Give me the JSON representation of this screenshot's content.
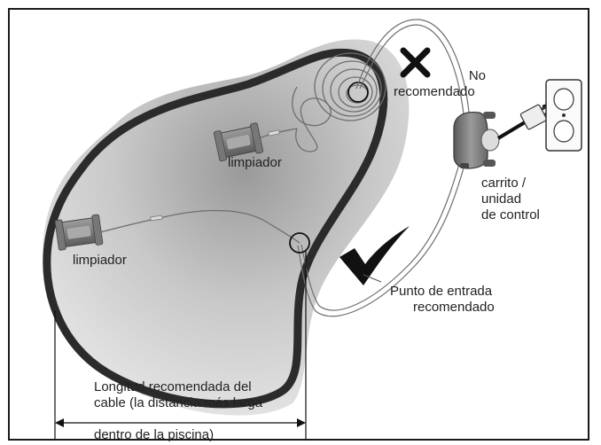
{
  "labels": {
    "not_recommended_line1": "No",
    "not_recommended_line2": "recomendado",
    "cleaner_upper": "limpiador",
    "cleaner_lower": "limpiador",
    "cart_line1": "carrito /",
    "cart_line2": "unidad",
    "cart_line3": "de control",
    "entry_line1": "Punto de entrada",
    "entry_line2": "recomendado",
    "length_line1": "Longitud recomendada del",
    "length_line2": "cable (la distancia más larga",
    "length_line3": "dentro de la piscina)"
  },
  "icons": {
    "bad": "cross-mark-icon",
    "good": "check-mark-icon"
  },
  "colors": {
    "pool_rim": "#2b2b2b",
    "pool_water_shadow": "#bdbdbd",
    "cable": "#6e6e6e",
    "mark": "#111111"
  }
}
